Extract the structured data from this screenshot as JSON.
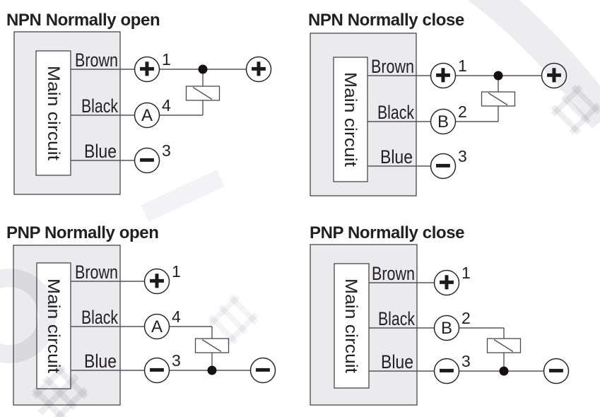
{
  "colors": {
    "background": "#ffffff",
    "line": "#56525a",
    "box_fill": "#ebebed",
    "text": "#232021",
    "watermark": "#e5e5e8"
  },
  "diagrams": [
    {
      "title": "NPN Normally open",
      "main_label": "Main circuit",
      "wires": [
        {
          "label": "Brown",
          "terminal": "+",
          "pin": "1"
        },
        {
          "label": "Black",
          "terminal": "A",
          "pin": "4"
        },
        {
          "label": "Blue",
          "terminal": "−",
          "pin": "3"
        }
      ],
      "supply_terminal": "+"
    },
    {
      "title": "NPN Normally close",
      "main_label": "Main circuit",
      "wires": [
        {
          "label": "Brown",
          "terminal": "+",
          "pin": "1"
        },
        {
          "label": "Black",
          "terminal": "B",
          "pin": "2"
        },
        {
          "label": "Blue",
          "terminal": "−",
          "pin": "3"
        }
      ],
      "supply_terminal": "+"
    },
    {
      "title": "PNP Normally open",
      "main_label": "Main circuit",
      "wires": [
        {
          "label": "Brown",
          "terminal": "+",
          "pin": "1"
        },
        {
          "label": "Black",
          "terminal": "A",
          "pin": "4"
        },
        {
          "label": "Blue",
          "terminal": "−",
          "pin": "3"
        }
      ],
      "supply_terminal": "−"
    },
    {
      "title": "PNP Normally close",
      "main_label": "Main circuit",
      "wires": [
        {
          "label": "Brown",
          "terminal": "+",
          "pin": "1"
        },
        {
          "label": "Black",
          "terminal": "B",
          "pin": "2"
        },
        {
          "label": "Blue",
          "terminal": "−",
          "pin": "3"
        }
      ],
      "supply_terminal": "−"
    }
  ]
}
